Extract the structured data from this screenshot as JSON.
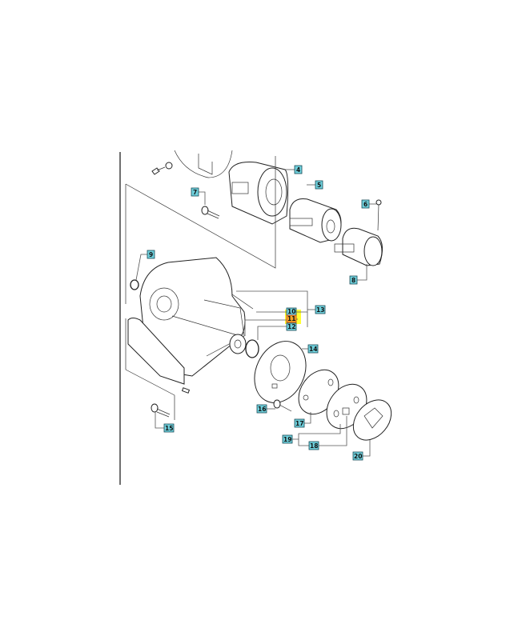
{
  "diagram": {
    "colors": {
      "label_fill": "#6fd0dc",
      "highlight": "#ffff33",
      "selected_label": "#f5a623"
    },
    "highlighted_labels": [
      "10",
      "11",
      "12"
    ],
    "selected_label": "11",
    "labels": [
      "4",
      "5",
      "6",
      "7",
      "8",
      "9",
      "10",
      "11",
      "12",
      "13",
      "14",
      "15",
      "16",
      "17",
      "18",
      "19",
      "20"
    ]
  }
}
